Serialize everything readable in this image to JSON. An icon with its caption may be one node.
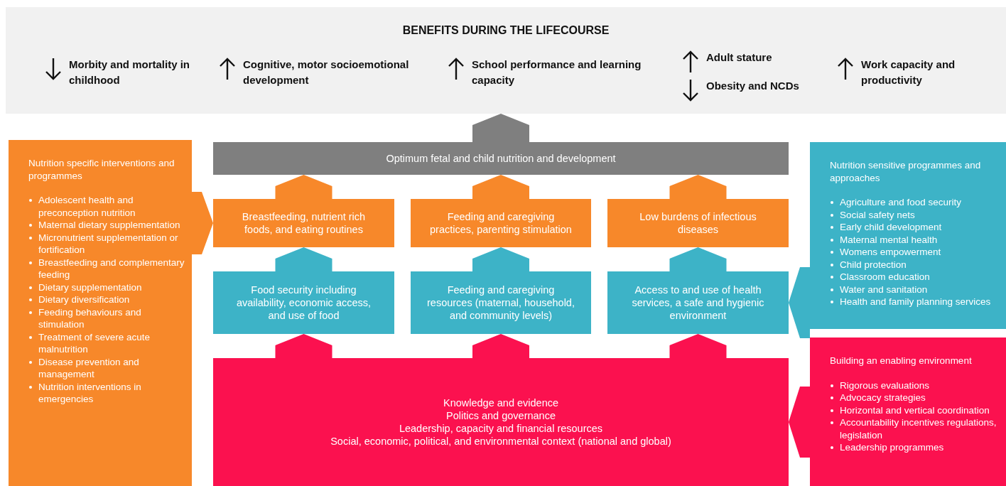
{
  "diagram": {
    "nodes": [
      {
        "text": [
          "BENEFITS DURING THE LIFECOURSE"
        ]
      },
      {
        "text": [
          "Morbity and mortality in childhood"
        ],
        "in": 0
      },
      {
        "text": [
          "Cognitive, motor socioemotional development"
        ],
        "in": 0
      },
      {
        "text": [
          "School performance and learning capacity"
        ],
        "in": 0
      },
      {
        "text": [
          "Adult stature"
        ],
        "in": 0
      },
      {
        "text": [
          "Obesity and NCDs"
        ],
        "in": 0
      },
      {
        "text": [
          "Work capacity and productivity"
        ],
        "in": 0
      },
      {
        "text": [
          "Nutrition specific interventions and programmes",
          "Adolescent health and preconception nutrition",
          "Maternal dietary supplementation",
          "Micronutrient supplementation or fortification",
          "Breastfeeding and complementary feeding",
          "Dietary supplementation",
          "Dietary diversification",
          "Feeding behaviours and stimulation",
          "Treatment of severe acute malnutrition",
          "Disease prevention and management",
          "Nutrition interventions in emergencies"
        ]
      },
      {
        "text": [
          "Optimum fetal and child nutrition and development"
        ]
      },
      {
        "text": [
          "Breastfeeding, nutrient rich foods, and eating routines"
        ]
      },
      {
        "text": [
          "Feeding and caregiving practices, parenting stimulation"
        ]
      },
      {
        "text": [
          "Low burdens of infectious diseases"
        ]
      },
      {
        "text": [
          "Food security including availability, economic access, and use of food"
        ]
      },
      {
        "text": [
          "Feeding and caregiving resources (maternal, household, and community levels)"
        ]
      },
      {
        "text": [
          "Access to and use of health services, a safe and hygienic environment"
        ]
      },
      {
        "text": [
          "Knowledge and evidence",
          "Politics and governance",
          "Leadership, capacity and financial resources",
          "Social, economic, political, and environmental context (national and global)"
        ]
      },
      {
        "text": [
          "Nutrition sensitive programmes and approaches",
          "Agriculture and food security",
          "Social safety nets",
          "Early child development",
          "Maternal mental health",
          "Womens empowerment",
          "Child protection",
          "Classroom education",
          "Water and sanitation",
          "Health and family planning services"
        ]
      },
      {
        "text": [
          "Building an enabling environment",
          "Rigorous evaluations",
          "Advocacy strategies",
          "Horizontal and vertical coordination",
          "Accountability incentives regulations, legislation",
          "Leadership programmes"
        ]
      }
    ],
    "edges": [
      {
        "from": 8,
        "to": 0,
        "arrow": "to",
        "color": "#7f7f7f"
      },
      {
        "from": 9,
        "to": 8,
        "arrow": "to",
        "color": "#f7882a"
      },
      {
        "from": 10,
        "to": 8,
        "arrow": "to",
        "color": "#f7882a"
      },
      {
        "from": 11,
        "to": 8,
        "arrow": "to",
        "color": "#f7882a"
      },
      {
        "from": 12,
        "to": 9,
        "arrow": "to",
        "color": "#3db3c7"
      },
      {
        "from": 13,
        "to": 10,
        "arrow": "to",
        "color": "#3db3c7"
      },
      {
        "from": 14,
        "to": 11,
        "arrow": "to",
        "color": "#3db3c7"
      },
      {
        "from": 15,
        "to": 12,
        "arrow": "to",
        "color": "#fb114f"
      },
      {
        "from": 15,
        "to": 13,
        "arrow": "to",
        "color": "#fb114f"
      },
      {
        "from": 15,
        "to": 14,
        "arrow": "to",
        "color": "#fb114f"
      },
      {
        "from": 7,
        "to": 9,
        "arrow": "to",
        "color": "#f7882a"
      },
      {
        "from": 16,
        "to": 14,
        "arrow": "to",
        "color": "#3db3c7"
      },
      {
        "from": 17,
        "to": 15,
        "arrow": "to",
        "color": "#fb114f"
      }
    ]
  }
}
